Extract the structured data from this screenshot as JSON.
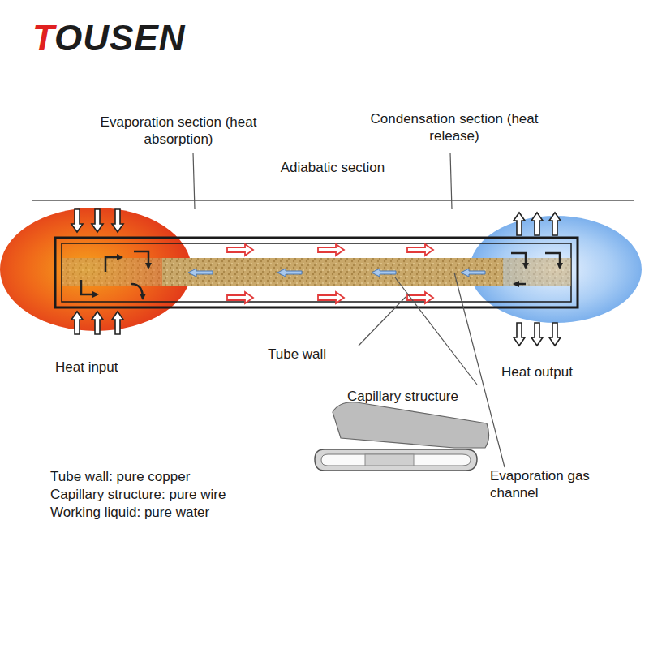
{
  "diagram": {
    "labels": [
      "TOUSEN",
      "Evaporation section (heat absorption)",
      "Adiabatic section",
      "Condensation section (heat release)",
      "Heat input",
      "Tube wall",
      "Heat output",
      "Capillary structure",
      "Evaporation gas channel",
      "Tube wall: pure copper",
      "Capillary structure: pure wire",
      "Working liquid: pure water"
    ]
  }
}
